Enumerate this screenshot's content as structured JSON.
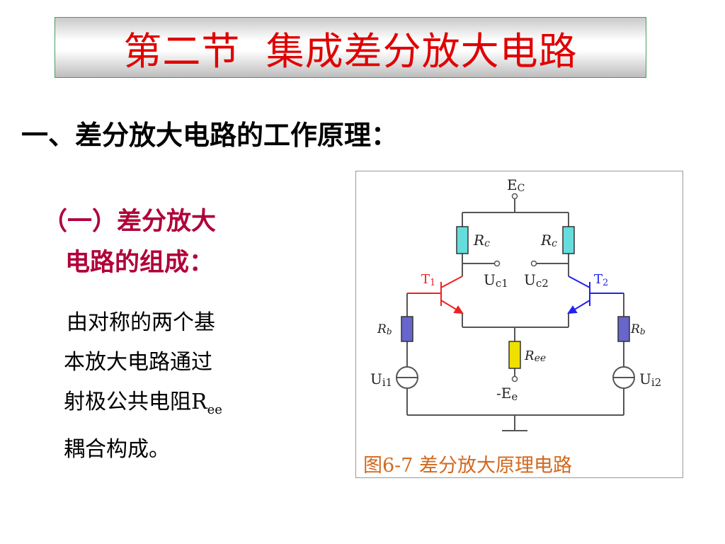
{
  "slide": {
    "title": "第二节  集成差分放大电路",
    "section_heading": "一、差分放大电路的工作原理：",
    "sub_heading_line1": "（一）差分放大",
    "sub_heading_line2": "电路的组成：",
    "body_line1": "由对称的两个基",
    "body_line2": "本放大电路通过",
    "body_line3_prefix": "射极公共电阻R",
    "body_line3_sub": "ee",
    "body_line4": "耦合构成。"
  },
  "figure": {
    "caption": "图6-7 差分放大原理电路",
    "labels": {
      "ec": "E",
      "ec_sub": "C",
      "rc_left": "R",
      "rc_left_sub": "c",
      "rc_right": "R",
      "rc_right_sub": "c",
      "uc1": "U",
      "uc1_sub": "c1",
      "uc2": "U",
      "uc2_sub": "c2",
      "t1": "T",
      "t1_sub": "1",
      "t2": "T",
      "t2_sub": "2",
      "rb_left": "R",
      "rb_left_sub": "b",
      "rb_right": "R",
      "rb_right_sub": "b",
      "ree": "R",
      "ree_sub": "ee",
      "ui1": "U",
      "ui1_sub": "i1",
      "ui2": "U",
      "ui2_sub": "i2",
      "ee": "-E",
      "ee_sub": "e"
    },
    "colors": {
      "wire": "#555555",
      "rc_fill": "#66dddd",
      "rb_fill": "#6666cc",
      "ree_fill": "#f0e000",
      "t1": "#ee2222",
      "t2": "#2222ee",
      "caption": "#d2691e"
    }
  }
}
